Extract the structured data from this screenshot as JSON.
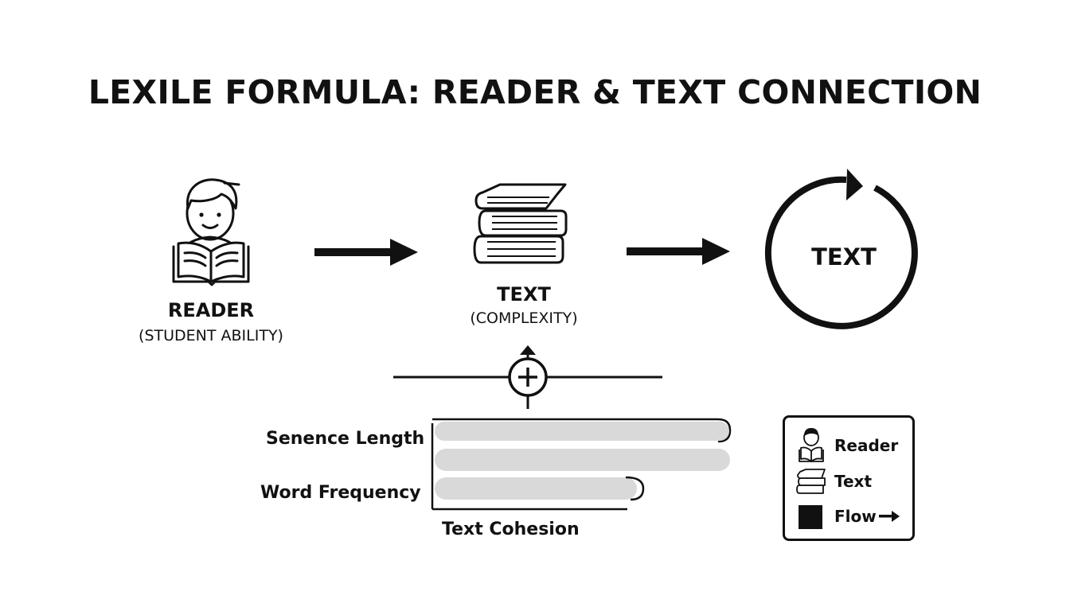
{
  "title": "LEXILE FORMULA: READER & TEXT CONNECTION",
  "reader": {
    "label": "READER",
    "sublabel": "(STUDENT ABILITY)"
  },
  "text": {
    "label": "TEXT",
    "sublabel": "(COMPLEXITY)"
  },
  "circle": {
    "label": "TEXT"
  },
  "factors": {
    "sentence_length": "Senence Length",
    "word_frequency": "Word Frequency",
    "text_cohesion": "Text Cohesion"
  },
  "legend": {
    "reader": "Reader",
    "text": "Text",
    "flow": "Flow"
  },
  "icons": {
    "reader": "person-reading-book-icon",
    "text": "stack-of-books-icon",
    "cycle": "circular-arrow-icon",
    "combine": "plus-circle-icon",
    "flow": "black-square-icon"
  },
  "colors": {
    "ink": "#111111",
    "bar": "#d9d9d9"
  }
}
